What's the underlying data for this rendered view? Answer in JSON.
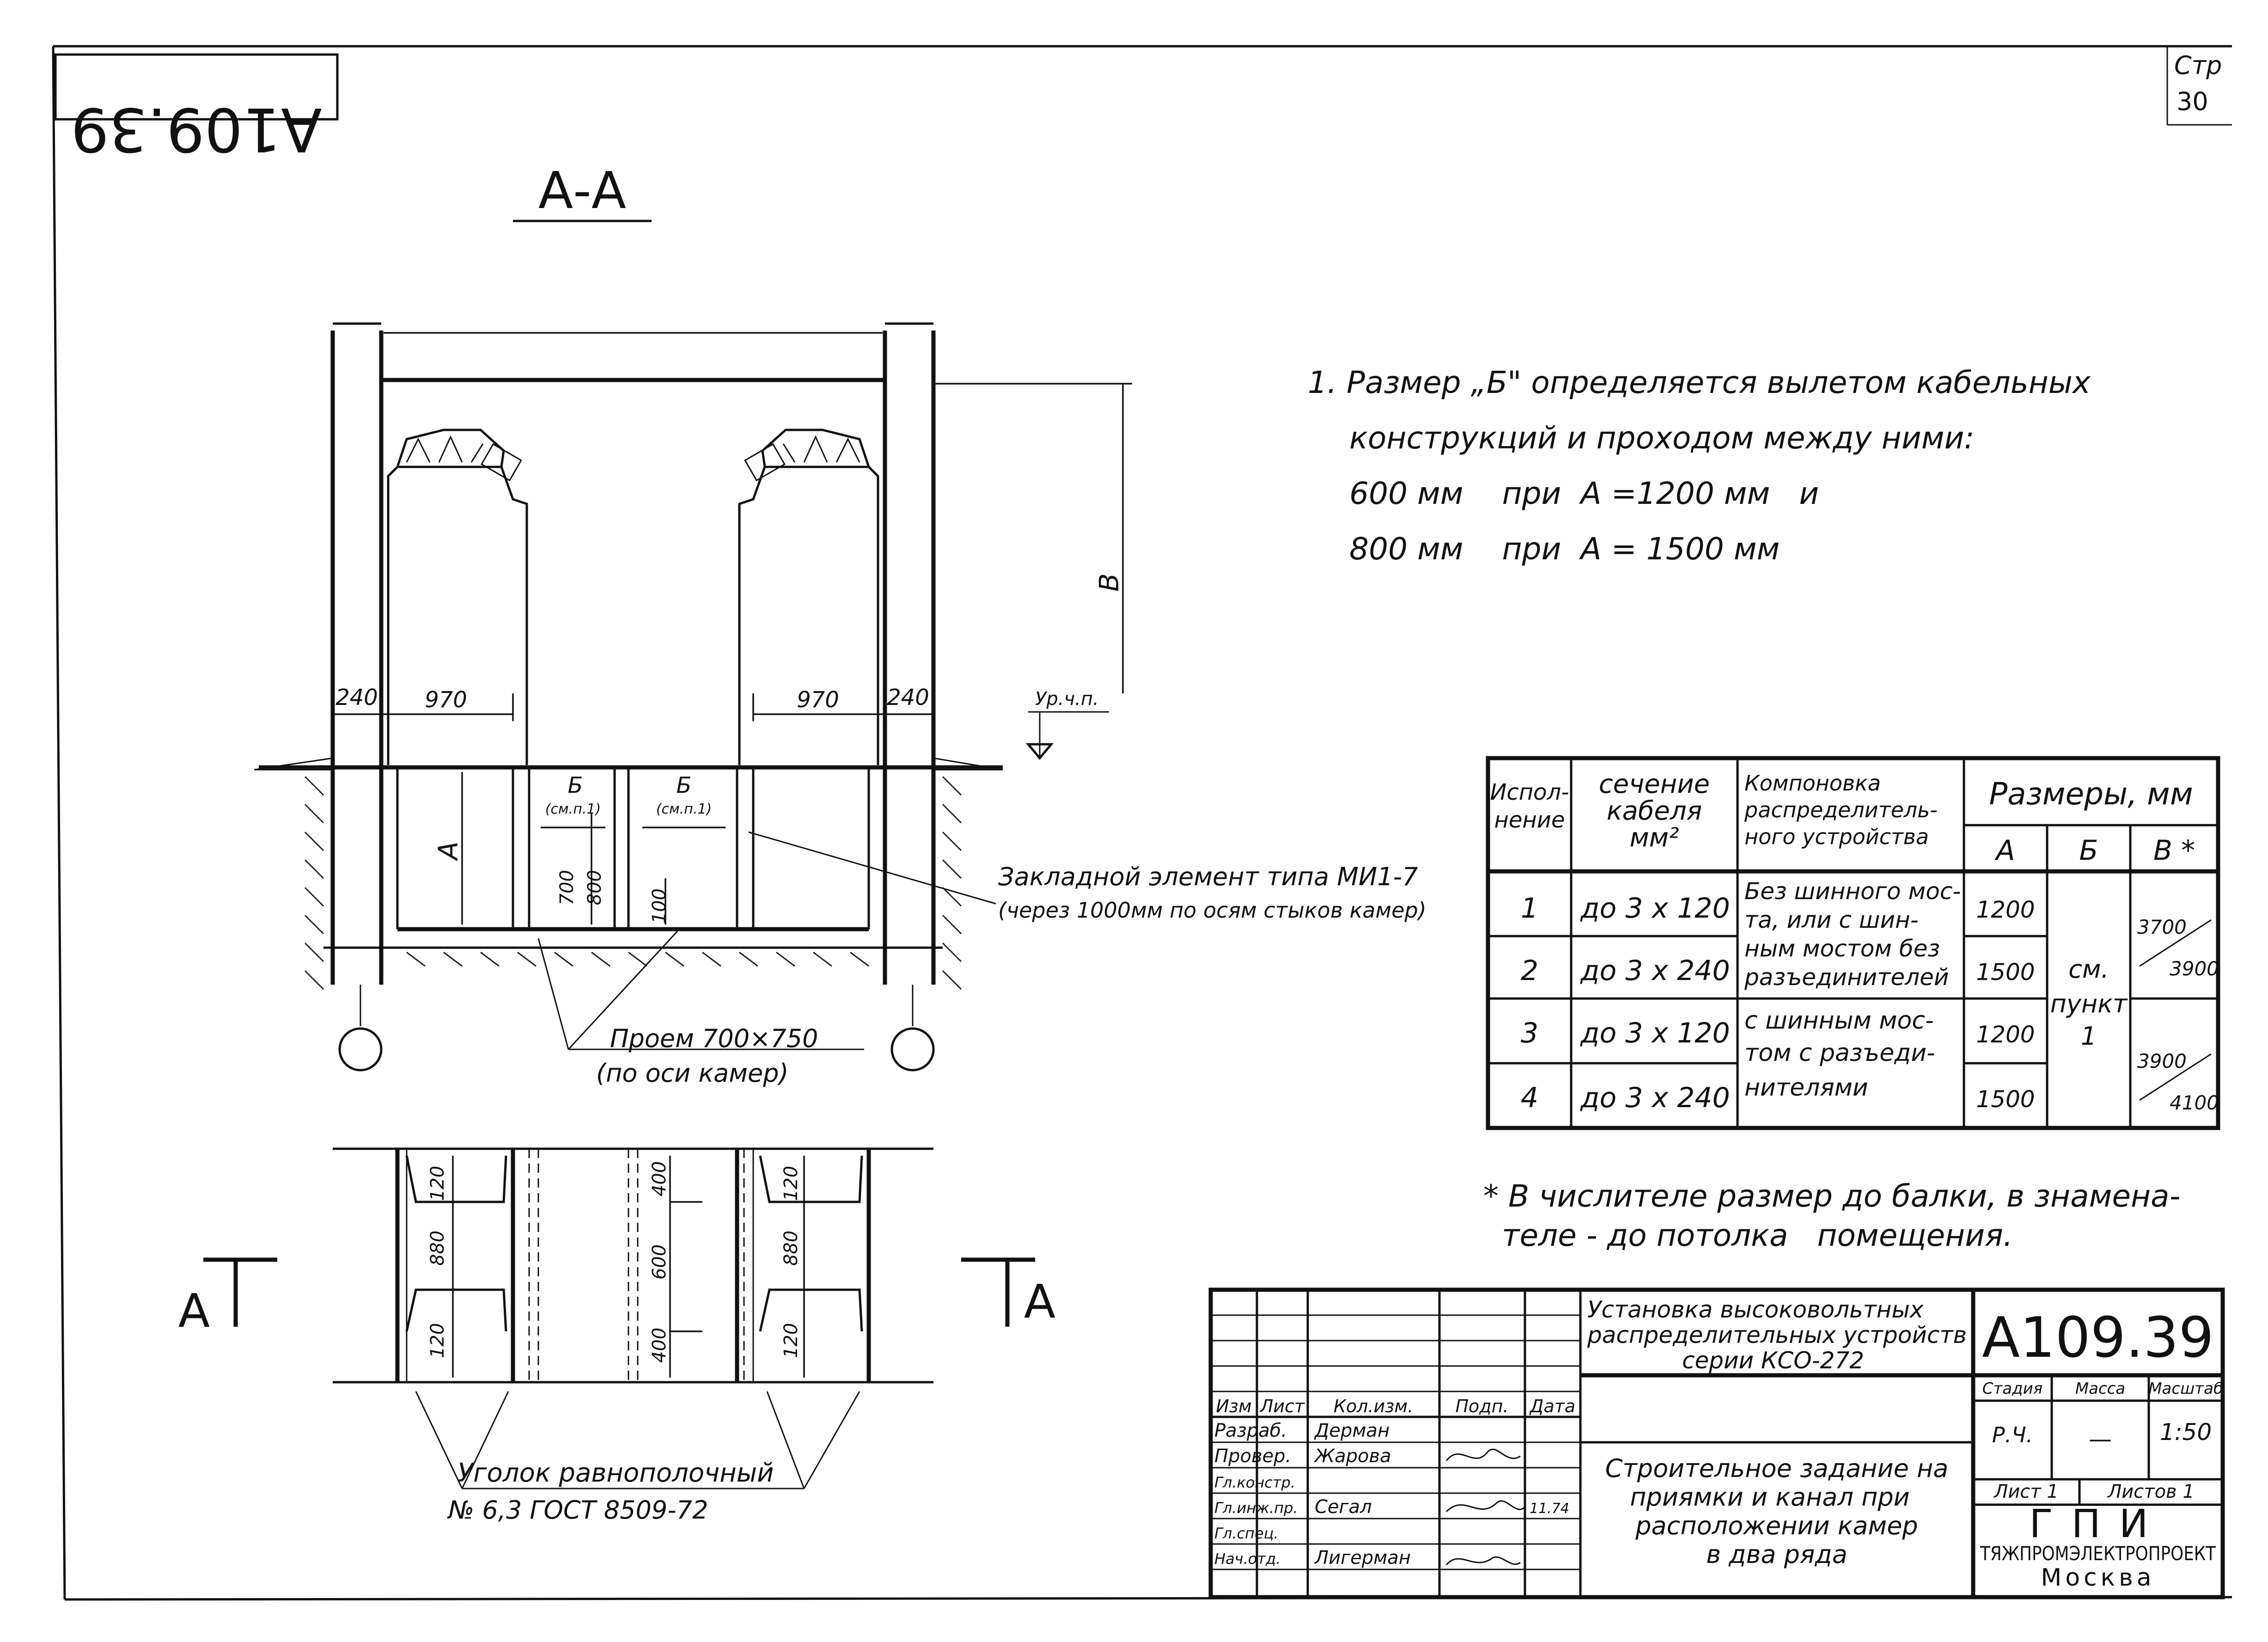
{
  "stamp": {
    "code_mirrored": "A109.39",
    "page_label": "Стр",
    "page_no": "30"
  },
  "section": {
    "title": "А-А",
    "dim_240_left": "240",
    "dim_970_left": "970",
    "dim_970_right": "970",
    "dim_240_right": "240",
    "label_A": "А",
    "label_V": "В",
    "floor_mark": "Ур.ч.п.",
    "label_B1": "Б",
    "label_B1_ref": "(см.п.1)",
    "label_B2": "Б",
    "label_B2_ref": "(см.п.1)",
    "dim_700": "700",
    "dim_800": "800",
    "dim_100": "100",
    "embedded_line1": "Закладной элемент типа МИ1-7",
    "embedded_line2": "(через 1000мм по осям стыков камер)",
    "opening_line1": "Проем 700×750",
    "opening_line2": "(по оси камер)"
  },
  "plan": {
    "dim_120_a": "120",
    "dim_880_a": "880",
    "dim_120_b": "120",
    "dim_400_a": "400",
    "dim_600": "600",
    "dim_400_b": "400",
    "dim_120_c": "120",
    "dim_880_b": "880",
    "dim_120_d": "120",
    "cut_left": "А",
    "cut_right": "А",
    "angle_line1": "Уголок равнополочный",
    "angle_line2": "№ 6,3 ГОСТ 8509-72"
  },
  "notes": {
    "n1_line1": "1. Размер „Б\" определяется вылетом кабельных",
    "n1_line2": "конструкций и проходом между ними:",
    "n1_line3": "600 мм    при  А =1200 мм   и",
    "n1_line4": "800 мм    при  А = 1500 мм",
    "footnote_line1": "* В числителе размер до балки, в знамена-",
    "footnote_line2": "теле - до потолка   помещения."
  },
  "table": {
    "h_variant": [
      "Испол-",
      "нение"
    ],
    "h_section": [
      "сечение",
      "кабеля",
      "мм²"
    ],
    "h_layout": [
      "Компоновка",
      "распределитель-",
      "ного устройства"
    ],
    "h_sizes": "Размеры, мм",
    "h_A": "А",
    "h_B": "Б",
    "h_V": "В *",
    "rows": [
      {
        "n": "1",
        "section": "до 3 х 120",
        "A": "1200"
      },
      {
        "n": "2",
        "section": "до 3 х 240",
        "A": "1500"
      },
      {
        "n": "3",
        "section": "до 3 х 120",
        "A": "1200"
      },
      {
        "n": "4",
        "section": "до 3 х 240",
        "A": "1500"
      }
    ],
    "layout_group1": [
      "Без шинного мос-",
      "та, или с шин-",
      "ным мостом без",
      "разъединителей"
    ],
    "layout_group2": [
      "с шинным мос-",
      "том с разъеди-",
      "нителями"
    ],
    "b_merged": [
      "см.",
      "пункт",
      "1"
    ],
    "v_group1": {
      "num": "3700",
      "den": "3900"
    },
    "v_group2": {
      "num": "3900",
      "den": "4100"
    }
  },
  "title_block": {
    "desc_line1": "Установка высоковольтных",
    "desc_line2": "распределительных устройств",
    "desc_line3": "серии КСО-272",
    "code": "А109.39",
    "h_stage": "Стадия",
    "h_mass": "Масса",
    "h_scale": "Масштаб",
    "stage": "Р.Ч.",
    "mass": "—",
    "scale": "1:50",
    "sheet": "Лист 1",
    "sheets": "Листов 1",
    "sheet_title_line1": "Строительное задание на",
    "sheet_title_line2": "приямки и канал при",
    "sheet_title_line3": "расположении камер",
    "sheet_title_line4": "в два ряда",
    "org_logo": "ГПИ",
    "org_name": "ТЯЖПРОМЭЛЕКТРОПРОЕКТ",
    "org_city": "Москва",
    "col_headers": [
      "Изм",
      "Лист",
      "Кол.изм.",
      "Подп.",
      "Дата"
    ],
    "roles": [
      {
        "role": "Разраб.",
        "name": "Дерман",
        "date": ""
      },
      {
        "role": "Провер.",
        "name": "Жарова",
        "date": ""
      },
      {
        "role": "Гл.констр.",
        "name": "",
        "date": ""
      },
      {
        "role": "Гл.инж.пр.",
        "name": "Сегал",
        "date": "11.74"
      },
      {
        "role": "Гл.спец.",
        "name": "",
        "date": ""
      },
      {
        "role": "Нач.отд.",
        "name": "Лигерман",
        "date": ""
      }
    ]
  }
}
